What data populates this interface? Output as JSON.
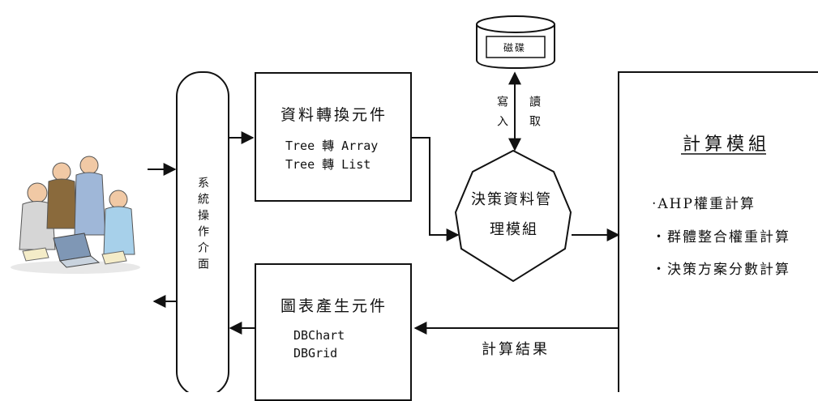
{
  "interface_label": "系統操作介面",
  "db_label": "磁碟",
  "write_label": "寫入",
  "read_label": "讀取",
  "converter": {
    "title": "資料轉換元件",
    "line1": "Tree 轉 Array",
    "line2": "Tree 轉 List"
  },
  "manager": {
    "line1": "決策資料管",
    "line2": "理模組"
  },
  "compute": {
    "title": "計算模組",
    "items": [
      "‧AHP權重計算",
      "‧群體整合權重計算",
      "‧決策方案分數計算"
    ]
  },
  "chart_gen": {
    "title": "圖表產生元件",
    "line1": "DBChart",
    "line2": "DBGrid"
  },
  "result_label": "計算結果",
  "colors": {
    "stroke": "#111111",
    "background": "#ffffff"
  }
}
